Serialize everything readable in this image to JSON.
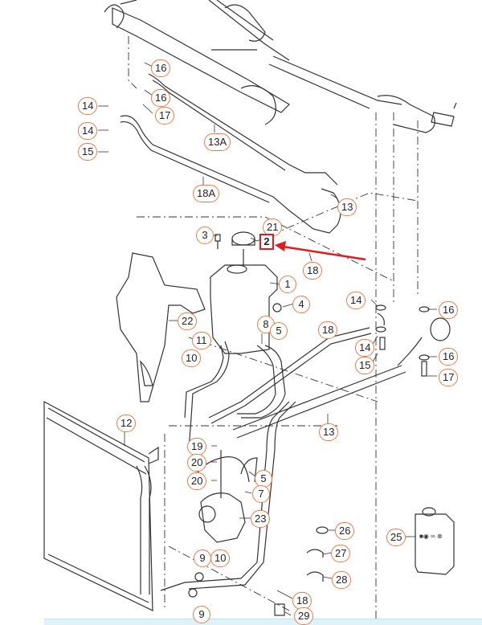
{
  "diagram": {
    "title": "Power steering hydraulic system exploded view",
    "highlighted_part": "2",
    "highlight_color": "#e8191c",
    "callout_color": "#f07a45",
    "callouts": [
      {
        "id": "c16a",
        "label": "16"
      },
      {
        "id": "c16b",
        "label": "16"
      },
      {
        "id": "c17a",
        "label": "17"
      },
      {
        "id": "c14a",
        "label": "14"
      },
      {
        "id": "c14b",
        "label": "14"
      },
      {
        "id": "c15a",
        "label": "15"
      },
      {
        "id": "c13a",
        "label": "13A"
      },
      {
        "id": "c18a",
        "label": "18A"
      },
      {
        "id": "c13top",
        "label": "13"
      },
      {
        "id": "c21",
        "label": "21"
      },
      {
        "id": "c3",
        "label": "3"
      },
      {
        "id": "c2",
        "label": "2"
      },
      {
        "id": "c18top",
        "label": "18"
      },
      {
        "id": "c1",
        "label": "1"
      },
      {
        "id": "c4",
        "label": "4"
      },
      {
        "id": "c22",
        "label": "22"
      },
      {
        "id": "c8",
        "label": "8"
      },
      {
        "id": "c5a",
        "label": "5"
      },
      {
        "id": "c11",
        "label": "11"
      },
      {
        "id": "c10a",
        "label": "10"
      },
      {
        "id": "c18mid",
        "label": "18"
      },
      {
        "id": "c14c",
        "label": "14"
      },
      {
        "id": "c14d",
        "label": "14"
      },
      {
        "id": "c15b",
        "label": "15"
      },
      {
        "id": "c16c",
        "label": "16"
      },
      {
        "id": "c16d",
        "label": "16"
      },
      {
        "id": "c17b",
        "label": "17"
      },
      {
        "id": "c13mid",
        "label": "13"
      },
      {
        "id": "c12",
        "label": "12"
      },
      {
        "id": "c19",
        "label": "19"
      },
      {
        "id": "c20a",
        "label": "20"
      },
      {
        "id": "c20b",
        "label": "20"
      },
      {
        "id": "c5b",
        "label": "5"
      },
      {
        "id": "c7",
        "label": "7"
      },
      {
        "id": "c23",
        "label": "23"
      },
      {
        "id": "c26",
        "label": "26"
      },
      {
        "id": "c25",
        "label": "25"
      },
      {
        "id": "c27",
        "label": "27"
      },
      {
        "id": "c9a",
        "label": "9"
      },
      {
        "id": "c10b",
        "label": "10"
      },
      {
        "id": "c28",
        "label": "28"
      },
      {
        "id": "c18bot",
        "label": "18"
      },
      {
        "id": "c9b",
        "label": "9"
      },
      {
        "id": "c29",
        "label": "29"
      }
    ]
  }
}
